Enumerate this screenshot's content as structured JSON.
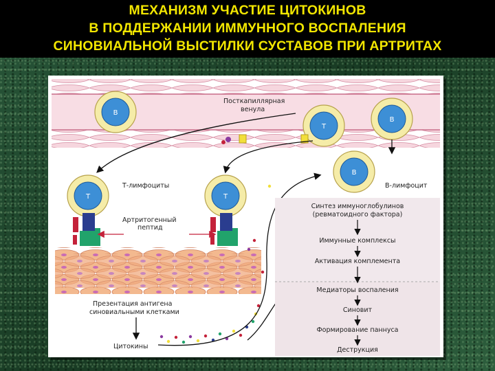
{
  "title": {
    "line1": "МЕХАНИЗМ УЧАСТИЕ ЦИТОКИНОВ",
    "line2": "В ПОДДЕРЖАНИИ ИММУННОГО ВОСПАЛЕНИЯ",
    "line3": "СИНОВИАЛЬНОЙ ВЫСТИЛКИ СУСТАВОВ ПРИ АРТРИТАХ"
  },
  "venule": {
    "label_line1": "Посткапиллярная",
    "label_line2": "венула"
  },
  "cells": {
    "b_label": "В",
    "t_label": "Т"
  },
  "labels": {
    "t_lymphocytes": "Т-лимфоциты",
    "b_lymphocyte": "В-лимфоцит",
    "peptide_line1": "Артритогенный",
    "peptide_line2": "пептид",
    "presentation_line1": "Презентация антигена",
    "presentation_line2": "синовиальными клетками",
    "cytokines": "Цитокины"
  },
  "steps": [
    {
      "line1": "Синтез иммуноглобулинов",
      "line2": "(ревматоидного фактора)"
    },
    {
      "line1": "Иммунные комплексы"
    },
    {
      "line1": "Активация комплемента"
    },
    {
      "line1": "Медиаторы воспаления"
    },
    {
      "line1": "Синовит"
    },
    {
      "line1": "Формирование паннуса"
    },
    {
      "line1": "Деструкция"
    }
  ],
  "colors": {
    "title_text": "#f2e600",
    "cell_nucleus": "#3d8fd6",
    "cell_halo": "#f5eca8",
    "vessel": "#f3c9d3",
    "synovium": "#f0b488",
    "receptor": "#2a3d8f",
    "mhc": "#c4223a",
    "green": "#21a36b"
  }
}
